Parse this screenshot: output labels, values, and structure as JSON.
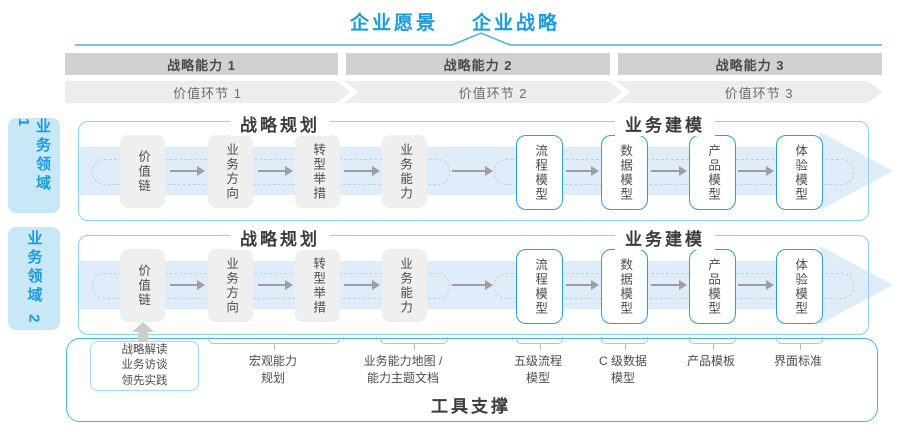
{
  "top": {
    "vision": "企业愿景",
    "strategy": "企业战略"
  },
  "capabilities": [
    "战略能力 1",
    "战略能力 2",
    "战略能力 3"
  ],
  "value_links": [
    "价值环节 1",
    "价值环节 2",
    "价值环节 3"
  ],
  "domains": [
    "业务领域 1",
    "业务领域 2"
  ],
  "rows": [
    {
      "planning_header": "战略规划",
      "modeling_header": "业务建模",
      "boxes": [
        "价值链",
        "业务方向",
        "转型举措",
        "业务能力",
        "流程模型",
        "数据模型",
        "产品模型",
        "体验模型"
      ]
    },
    {
      "planning_header": "战略规划",
      "modeling_header": "业务建模",
      "boxes": [
        "价值链",
        "业务方向",
        "转型举措",
        "业务能力",
        "流程模型",
        "数据模型",
        "产品模型",
        "体验模型"
      ]
    }
  ],
  "callouts": {
    "note_box": "战略解读\n业务访谈\n领先实践",
    "labels": [
      "宏观能力\n规划",
      "业务能力地图 /\n能力主题文档",
      "五级流程\n模型",
      "C 级数据\n模型",
      "产品模板",
      "界面标准"
    ],
    "tool_support": "工具支撑"
  },
  "colors": {
    "accent_blue": "#1B9CD8",
    "panel_border": "#8DD1EB",
    "tool_border": "#49B3E1",
    "band_fill": "#DEEDF9",
    "cap_bar": "#D1D1D1",
    "chevron_bar": "#EDEDED",
    "gray_box": "#EFEFEF",
    "blue_box_border": "#2E9FD6",
    "tab_fill": "#C8E7F7"
  }
}
